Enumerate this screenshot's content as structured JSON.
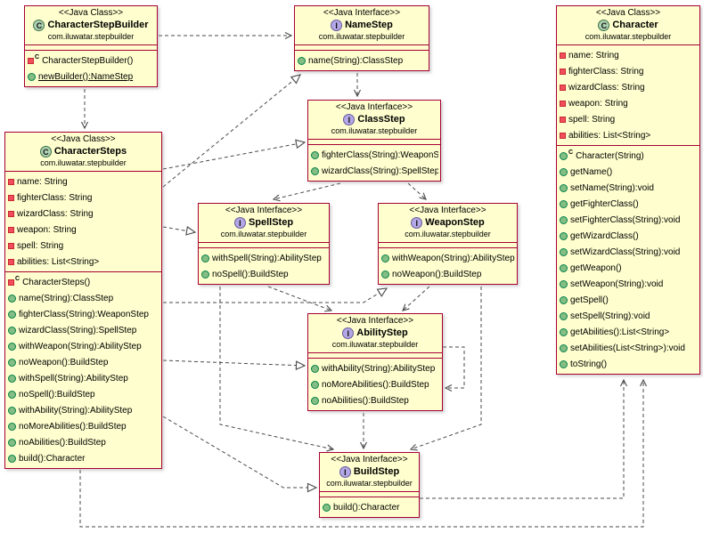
{
  "diagram": {
    "type": "uml-class-diagram",
    "pattern": "Step Builder",
    "colors": {
      "node_fill": "#FEFECE",
      "node_border": "#A80036",
      "edge_color": "#4A4A4A",
      "class_icon_fill": "#ADD1B2",
      "interface_icon_fill": "#B4A7E5",
      "public_member_icon": "#84BE84",
      "private_member_icon": "#F24D5C"
    },
    "icons": {
      "class-spot-icon": "green circle with letter C",
      "interface-spot-icon": "purple circle with letter I",
      "private-member-icon": "red square",
      "public-member-icon": "green circle",
      "constructor-marker": "small superscript letter C"
    },
    "nodes": [
      {
        "id": "character-step-builder",
        "stereotype": "<<Java Class>>",
        "kind": "class",
        "icon_letter": "C",
        "name": "CharacterStepBuilder",
        "package": "com.iluwatar.stepbuilder",
        "fields": [],
        "methods": [
          {
            "visibility": "private",
            "kind": "constructor",
            "ctor": true,
            "text": "CharacterStepBuilder()"
          },
          {
            "visibility": "public",
            "kind": "method",
            "static": true,
            "text": "newBuilder():NameStep"
          }
        ]
      },
      {
        "id": "name-step",
        "stereotype": "<<Java Interface>>",
        "kind": "interface",
        "icon_letter": "I",
        "name": "NameStep",
        "package": "com.iluwatar.stepbuilder",
        "fields": [],
        "methods": [
          {
            "visibility": "public",
            "kind": "method",
            "text": "name(String):ClassStep"
          }
        ]
      },
      {
        "id": "character",
        "stereotype": "<<Java Class>>",
        "kind": "class",
        "icon_letter": "C",
        "name": "Character",
        "package": "com.iluwatar.stepbuilder",
        "fields": [
          {
            "visibility": "private",
            "kind": "field",
            "text": "name: String"
          },
          {
            "visibility": "private",
            "kind": "field",
            "text": "fighterClass: String"
          },
          {
            "visibility": "private",
            "kind": "field",
            "text": "wizardClass: String"
          },
          {
            "visibility": "private",
            "kind": "field",
            "text": "weapon: String"
          },
          {
            "visibility": "private",
            "kind": "field",
            "text": "spell: String"
          },
          {
            "visibility": "private",
            "kind": "field",
            "text": "abilities: List<String>"
          }
        ],
        "methods": [
          {
            "visibility": "public",
            "kind": "constructor",
            "ctor": true,
            "text": "Character(String)"
          },
          {
            "visibility": "public",
            "kind": "method",
            "text": "getName()"
          },
          {
            "visibility": "public",
            "kind": "method",
            "text": "setName(String):void"
          },
          {
            "visibility": "public",
            "kind": "method",
            "text": "getFighterClass()"
          },
          {
            "visibility": "public",
            "kind": "method",
            "text": "setFighterClass(String):void"
          },
          {
            "visibility": "public",
            "kind": "method",
            "text": "getWizardClass()"
          },
          {
            "visibility": "public",
            "kind": "method",
            "text": "setWizardClass(String):void"
          },
          {
            "visibility": "public",
            "kind": "method",
            "text": "getWeapon()"
          },
          {
            "visibility": "public",
            "kind": "method",
            "text": "setWeapon(String):void"
          },
          {
            "visibility": "public",
            "kind": "method",
            "text": "getSpell()"
          },
          {
            "visibility": "public",
            "kind": "method",
            "text": "setSpell(String):void"
          },
          {
            "visibility": "public",
            "kind": "method",
            "text": "getAbilities():List<String>"
          },
          {
            "visibility": "public",
            "kind": "method",
            "text": "setAbilities(List<String>):void"
          },
          {
            "visibility": "public",
            "kind": "method",
            "text": "toString()"
          }
        ]
      },
      {
        "id": "class-step",
        "stereotype": "<<Java Interface>>",
        "kind": "interface",
        "icon_letter": "I",
        "name": "ClassStep",
        "package": "com.iluwatar.stepbuilder",
        "fields": [],
        "methods": [
          {
            "visibility": "public",
            "kind": "method",
            "text": "fighterClass(String):WeaponStep"
          },
          {
            "visibility": "public",
            "kind": "method",
            "text": "wizardClass(String):SpellStep"
          }
        ]
      },
      {
        "id": "character-steps",
        "stereotype": "<<Java Class>>",
        "kind": "class",
        "icon_letter": "C",
        "name": "CharacterSteps",
        "package": "com.iluwatar.stepbuilder",
        "fields": [
          {
            "visibility": "private",
            "kind": "field",
            "text": "name: String"
          },
          {
            "visibility": "private",
            "kind": "field",
            "text": "fighterClass: String"
          },
          {
            "visibility": "private",
            "kind": "field",
            "text": "wizardClass: String"
          },
          {
            "visibility": "private",
            "kind": "field",
            "text": "weapon: String"
          },
          {
            "visibility": "private",
            "kind": "field",
            "text": "spell: String"
          },
          {
            "visibility": "private",
            "kind": "field",
            "text": "abilities: List<String>"
          }
        ],
        "methods": [
          {
            "visibility": "private",
            "kind": "constructor",
            "ctor": true,
            "text": "CharacterSteps()"
          },
          {
            "visibility": "public",
            "kind": "method",
            "text": "name(String):ClassStep"
          },
          {
            "visibility": "public",
            "kind": "method",
            "text": "fighterClass(String):WeaponStep"
          },
          {
            "visibility": "public",
            "kind": "method",
            "text": "wizardClass(String):SpellStep"
          },
          {
            "visibility": "public",
            "kind": "method",
            "text": "withWeapon(String):AbilityStep"
          },
          {
            "visibility": "public",
            "kind": "method",
            "text": "noWeapon():BuildStep"
          },
          {
            "visibility": "public",
            "kind": "method",
            "text": "withSpell(String):AbilityStep"
          },
          {
            "visibility": "public",
            "kind": "method",
            "text": "noSpell():BuildStep"
          },
          {
            "visibility": "public",
            "kind": "method",
            "text": "withAbility(String):AbilityStep"
          },
          {
            "visibility": "public",
            "kind": "method",
            "text": "noMoreAbilities():BuildStep"
          },
          {
            "visibility": "public",
            "kind": "method",
            "text": "noAbilities():BuildStep"
          },
          {
            "visibility": "public",
            "kind": "method",
            "text": "build():Character"
          }
        ]
      },
      {
        "id": "spell-step",
        "stereotype": "<<Java Interface>>",
        "kind": "interface",
        "icon_letter": "I",
        "name": "SpellStep",
        "package": "com.iluwatar.stepbuilder",
        "fields": [],
        "methods": [
          {
            "visibility": "public",
            "kind": "method",
            "text": "withSpell(String):AbilityStep"
          },
          {
            "visibility": "public",
            "kind": "method",
            "text": "noSpell():BuildStep"
          }
        ]
      },
      {
        "id": "weapon-step",
        "stereotype": "<<Java Interface>>",
        "kind": "interface",
        "icon_letter": "I",
        "name": "WeaponStep",
        "package": "com.iluwatar.stepbuilder",
        "fields": [],
        "methods": [
          {
            "visibility": "public",
            "kind": "method",
            "text": "withWeapon(String):AbilityStep"
          },
          {
            "visibility": "public",
            "kind": "method",
            "text": "noWeapon():BuildStep"
          }
        ]
      },
      {
        "id": "ability-step",
        "stereotype": "<<Java Interface>>",
        "kind": "interface",
        "icon_letter": "I",
        "name": "AbilityStep",
        "package": "com.iluwatar.stepbuilder",
        "fields": [],
        "methods": [
          {
            "visibility": "public",
            "kind": "method",
            "text": "withAbility(String):AbilityStep"
          },
          {
            "visibility": "public",
            "kind": "method",
            "text": "noMoreAbilities():BuildStep"
          },
          {
            "visibility": "public",
            "kind": "method",
            "text": "noAbilities():BuildStep"
          }
        ]
      },
      {
        "id": "build-step",
        "stereotype": "<<Java Interface>>",
        "kind": "interface",
        "icon_letter": "I",
        "name": "BuildStep",
        "package": "com.iluwatar.stepbuilder",
        "fields": [],
        "methods": [
          {
            "visibility": "public",
            "kind": "method",
            "text": "build():Character"
          }
        ]
      }
    ],
    "edges": [
      {
        "type": "dependency",
        "from": "CharacterStepBuilder",
        "to": "NameStep"
      },
      {
        "type": "dependency",
        "from": "CharacterStepBuilder",
        "to": "CharacterSteps"
      },
      {
        "type": "dependency",
        "from": "NameStep",
        "to": "ClassStep"
      },
      {
        "type": "dependency",
        "from": "ClassStep",
        "to": "SpellStep"
      },
      {
        "type": "dependency",
        "from": "ClassStep",
        "to": "WeaponStep"
      },
      {
        "type": "dependency",
        "from": "SpellStep",
        "to": "AbilityStep"
      },
      {
        "type": "dependency",
        "from": "SpellStep",
        "to": "BuildStep"
      },
      {
        "type": "dependency",
        "from": "WeaponStep",
        "to": "AbilityStep"
      },
      {
        "type": "dependency",
        "from": "WeaponStep",
        "to": "BuildStep"
      },
      {
        "type": "dependency",
        "from": "AbilityStep",
        "to": "AbilityStep"
      },
      {
        "type": "dependency",
        "from": "AbilityStep",
        "to": "BuildStep"
      },
      {
        "type": "dependency",
        "from": "BuildStep",
        "to": "Character"
      },
      {
        "type": "dependency",
        "from": "CharacterSteps",
        "to": "Character"
      },
      {
        "type": "realization",
        "from": "CharacterSteps",
        "to": "NameStep"
      },
      {
        "type": "realization",
        "from": "CharacterSteps",
        "to": "ClassStep"
      },
      {
        "type": "realization",
        "from": "CharacterSteps",
        "to": "SpellStep"
      },
      {
        "type": "realization",
        "from": "CharacterSteps",
        "to": "WeaponStep"
      },
      {
        "type": "realization",
        "from": "CharacterSteps",
        "to": "AbilityStep"
      },
      {
        "type": "realization",
        "from": "CharacterSteps",
        "to": "BuildStep"
      }
    ]
  }
}
